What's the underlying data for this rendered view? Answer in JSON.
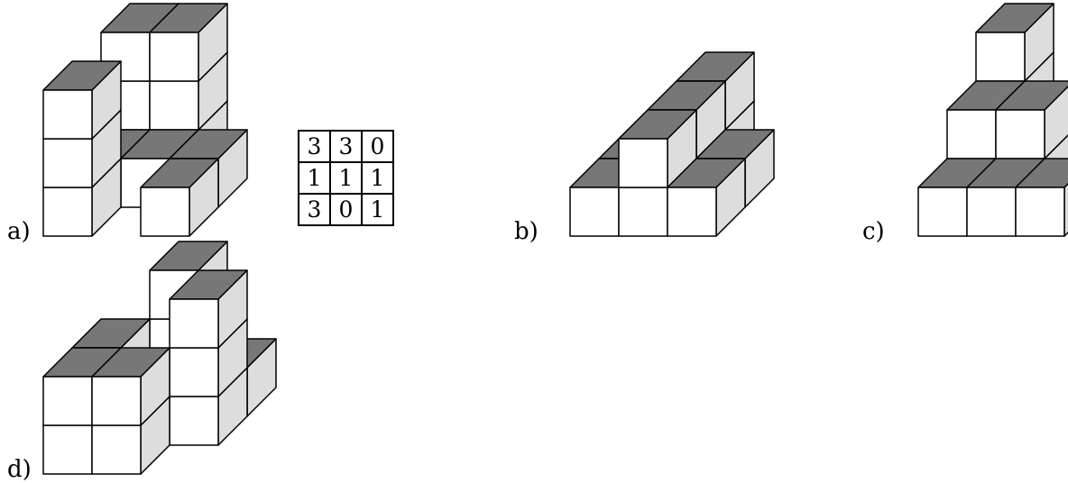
{
  "labels": {
    "a": "a)",
    "b": "b)",
    "c": "c)",
    "d": "d)"
  },
  "grid": {
    "rows": [
      [
        "3",
        "3",
        "0"
      ],
      [
        "1",
        "1",
        "1"
      ],
      [
        "3",
        "0",
        "1"
      ]
    ]
  },
  "colors": {
    "top": "#777777",
    "side": "#dddddd",
    "front": "#ffffff",
    "edge": "#000000"
  },
  "figures": [
    {
      "id": "a",
      "heights": [
        [
          3,
          3,
          0
        ],
        [
          1,
          1,
          1
        ],
        [
          3,
          0,
          1
        ]
      ]
    },
    {
      "id": "b",
      "heights": [
        [
          0,
          2,
          0
        ],
        [
          1,
          2,
          1
        ],
        [
          1,
          2,
          1
        ]
      ]
    },
    {
      "id": "c",
      "heights": [
        [
          3,
          0,
          0
        ],
        [
          2,
          2,
          0
        ],
        [
          1,
          1,
          1
        ]
      ]
    },
    {
      "id": "d",
      "heights": [
        [
          0,
          3,
          1
        ],
        [
          2,
          0,
          3
        ],
        [
          2,
          2,
          0
        ]
      ]
    }
  ]
}
